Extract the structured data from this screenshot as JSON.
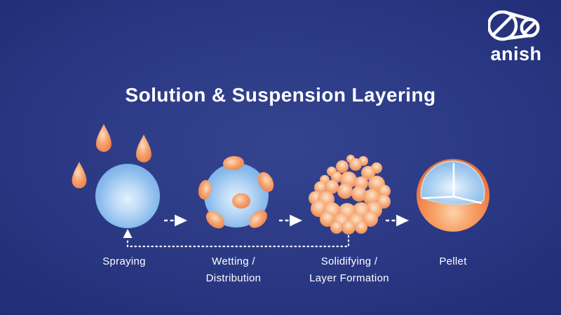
{
  "logo": {
    "brand": "anish"
  },
  "title": "Solution & Suspension Layering",
  "stages": [
    {
      "name": "spraying",
      "lines": [
        "Spraying"
      ]
    },
    {
      "name": "wetting-distribution",
      "lines": [
        "Wetting /",
        "Distribution"
      ]
    },
    {
      "name": "solidifying-layer-formation",
      "lines": [
        "Solidifying /",
        "Layer Formation"
      ]
    },
    {
      "name": "pellet",
      "lines": [
        "Pellet"
      ]
    }
  ],
  "icons": {
    "logo": "tablet-pills-icon",
    "stage_arrow": "dashed-arrow-right-icon",
    "feedback_arrow": "dotted-feedback-loop-icon"
  },
  "colors": {
    "background_navy": "#232f78",
    "accent_orange": "#ef7f49",
    "sphere_blue": "#8abbec",
    "text": "#ffffff"
  }
}
